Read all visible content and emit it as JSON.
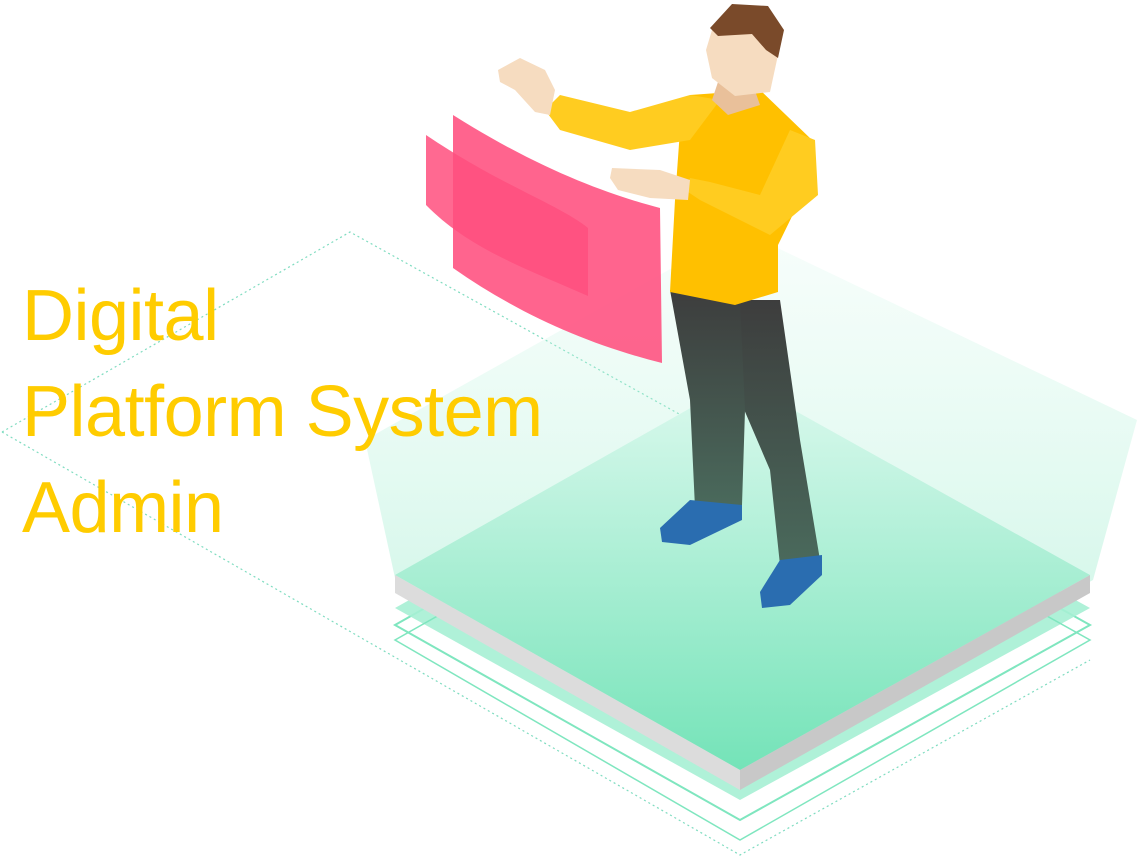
{
  "title": {
    "lines": [
      "Digital",
      "Platform System",
      "Admin"
    ]
  },
  "colors": {
    "title": "#ffcc00",
    "shirt": "#ffc000",
    "pants": "#3c3c3c",
    "shoes": "#2a6db0",
    "skin": "#f6dcc0",
    "hair": "#7a4a2a",
    "screen": "#ff4f7e",
    "platform_top": "#7fe6bf",
    "platform_glow": "#c6f5e2",
    "dotted_outline": "#7fdcc0"
  },
  "icons": {
    "illustration": "person-touching-holographic-screen",
    "platform": "isometric-platform-icon",
    "screen": "floating-screen-icon"
  }
}
